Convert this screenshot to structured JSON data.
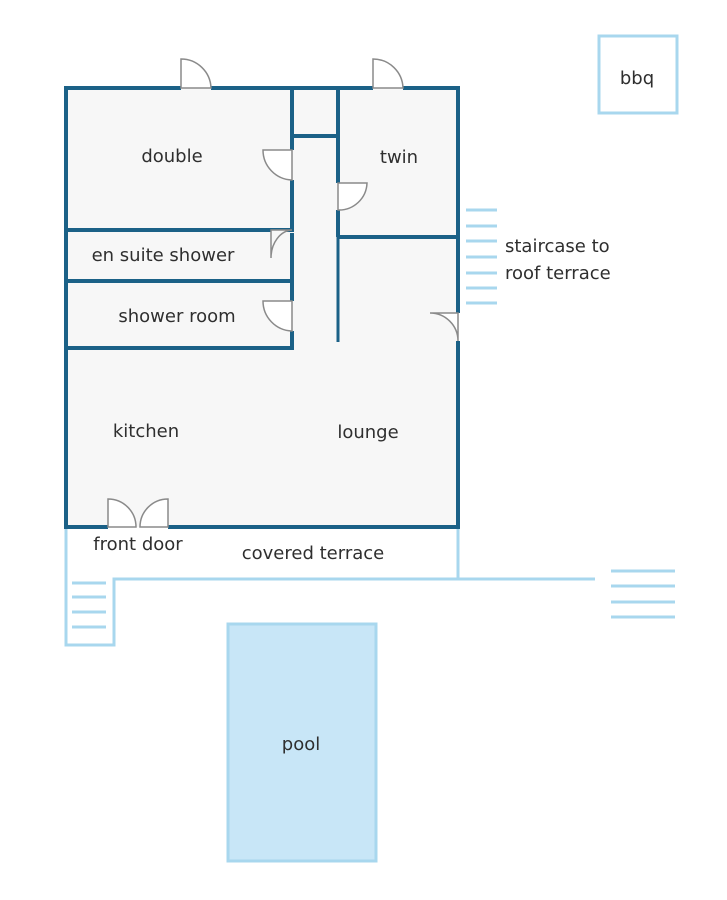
{
  "labels": {
    "bbq": "bbq",
    "double": "double",
    "twin": "twin",
    "en_suite": "en suite shower",
    "shower_room": "shower room",
    "staircase_line1": "staircase to",
    "staircase_line2": "roof terrace",
    "kitchen": "kitchen",
    "lounge": "lounge",
    "front_door": "front door",
    "covered_terrace": "covered terrace",
    "pool": "pool"
  },
  "colors": {
    "wall": "#1b6187",
    "light_outline": "#a8d7ee",
    "floor": "#f7f7f7",
    "pool_fill": "#c8e6f7",
    "text": "#2f2f2f",
    "door": "#8a8a8a"
  }
}
